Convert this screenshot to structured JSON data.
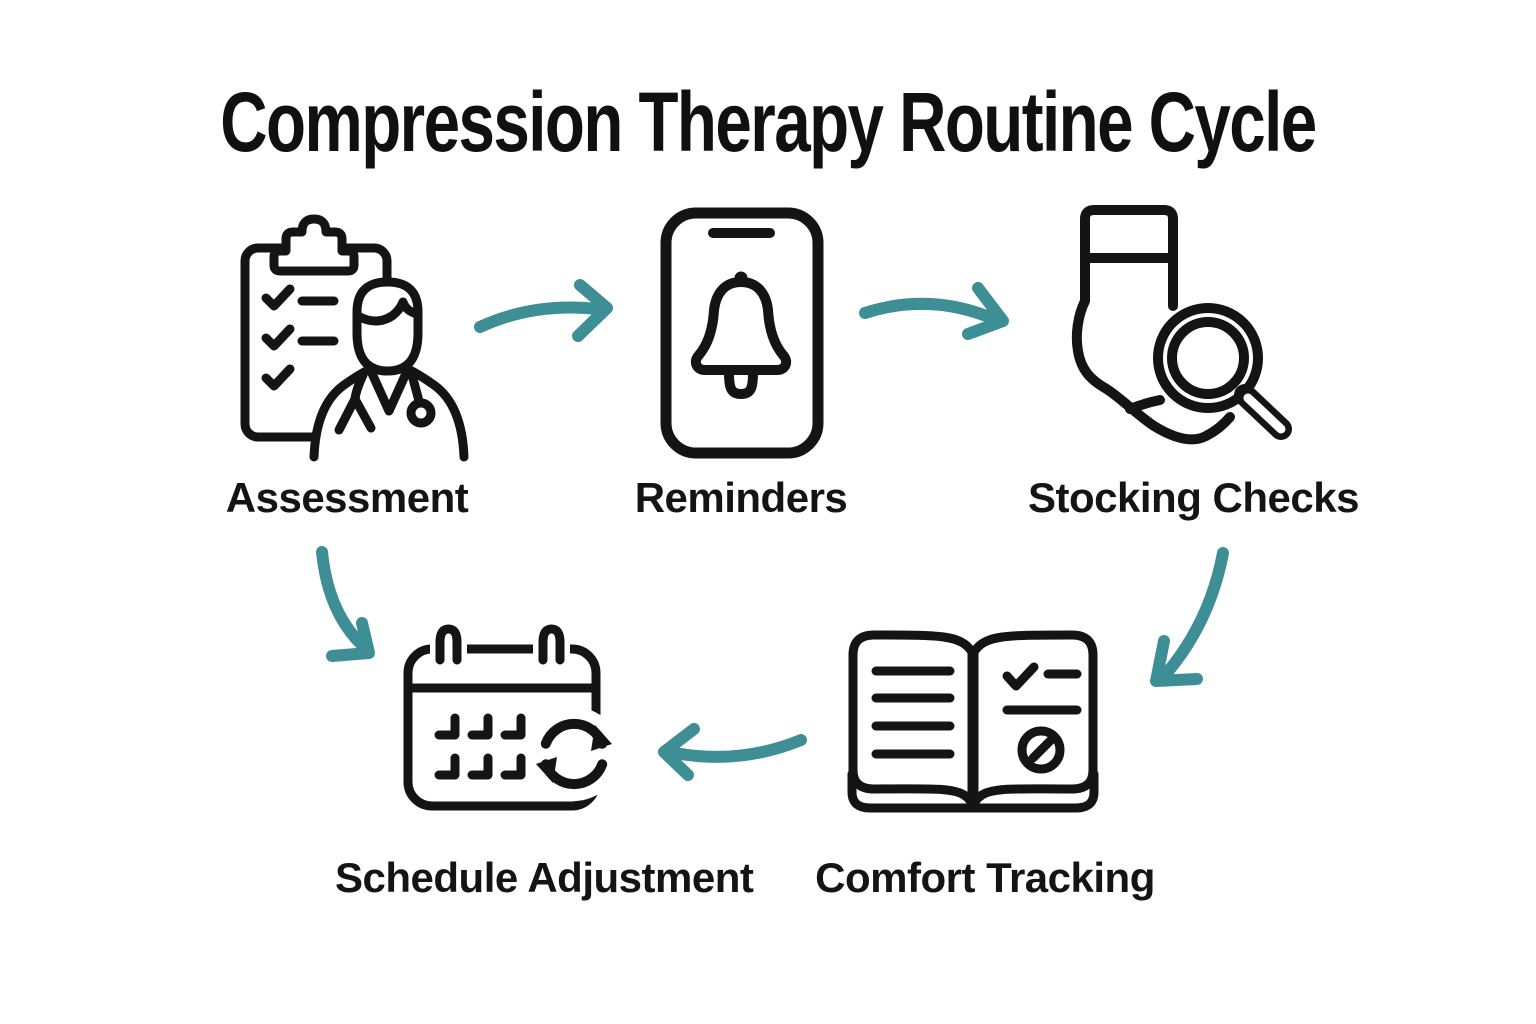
{
  "title": "Compression Therapy Routine Cycle",
  "colors": {
    "background": "#ffffff",
    "ink": "#141414",
    "accent": "#3E8E96"
  },
  "steps": [
    {
      "id": "assessment",
      "label": "Assessment",
      "icon": "clipboard-doctor-icon"
    },
    {
      "id": "reminders",
      "label": "Reminders",
      "icon": "phone-notification-bell-icon"
    },
    {
      "id": "stocking-checks",
      "label": "Stocking Checks",
      "icon": "stocking-magnifier-icon"
    },
    {
      "id": "comfort-tracking",
      "label": "Comfort Tracking",
      "icon": "journal-checklist-icon"
    },
    {
      "id": "schedule-adjustment",
      "label": "Schedule Adjustment",
      "icon": "calendar-refresh-icon"
    }
  ],
  "connections": [
    {
      "from": "Assessment",
      "to": "Reminders"
    },
    {
      "from": "Reminders",
      "to": "Stocking Checks"
    },
    {
      "from": "Stocking Checks",
      "to": "Comfort Tracking"
    },
    {
      "from": "Comfort Tracking",
      "to": "Schedule Adjustment"
    },
    {
      "from": "Assessment",
      "to": "Schedule Adjustment"
    }
  ]
}
